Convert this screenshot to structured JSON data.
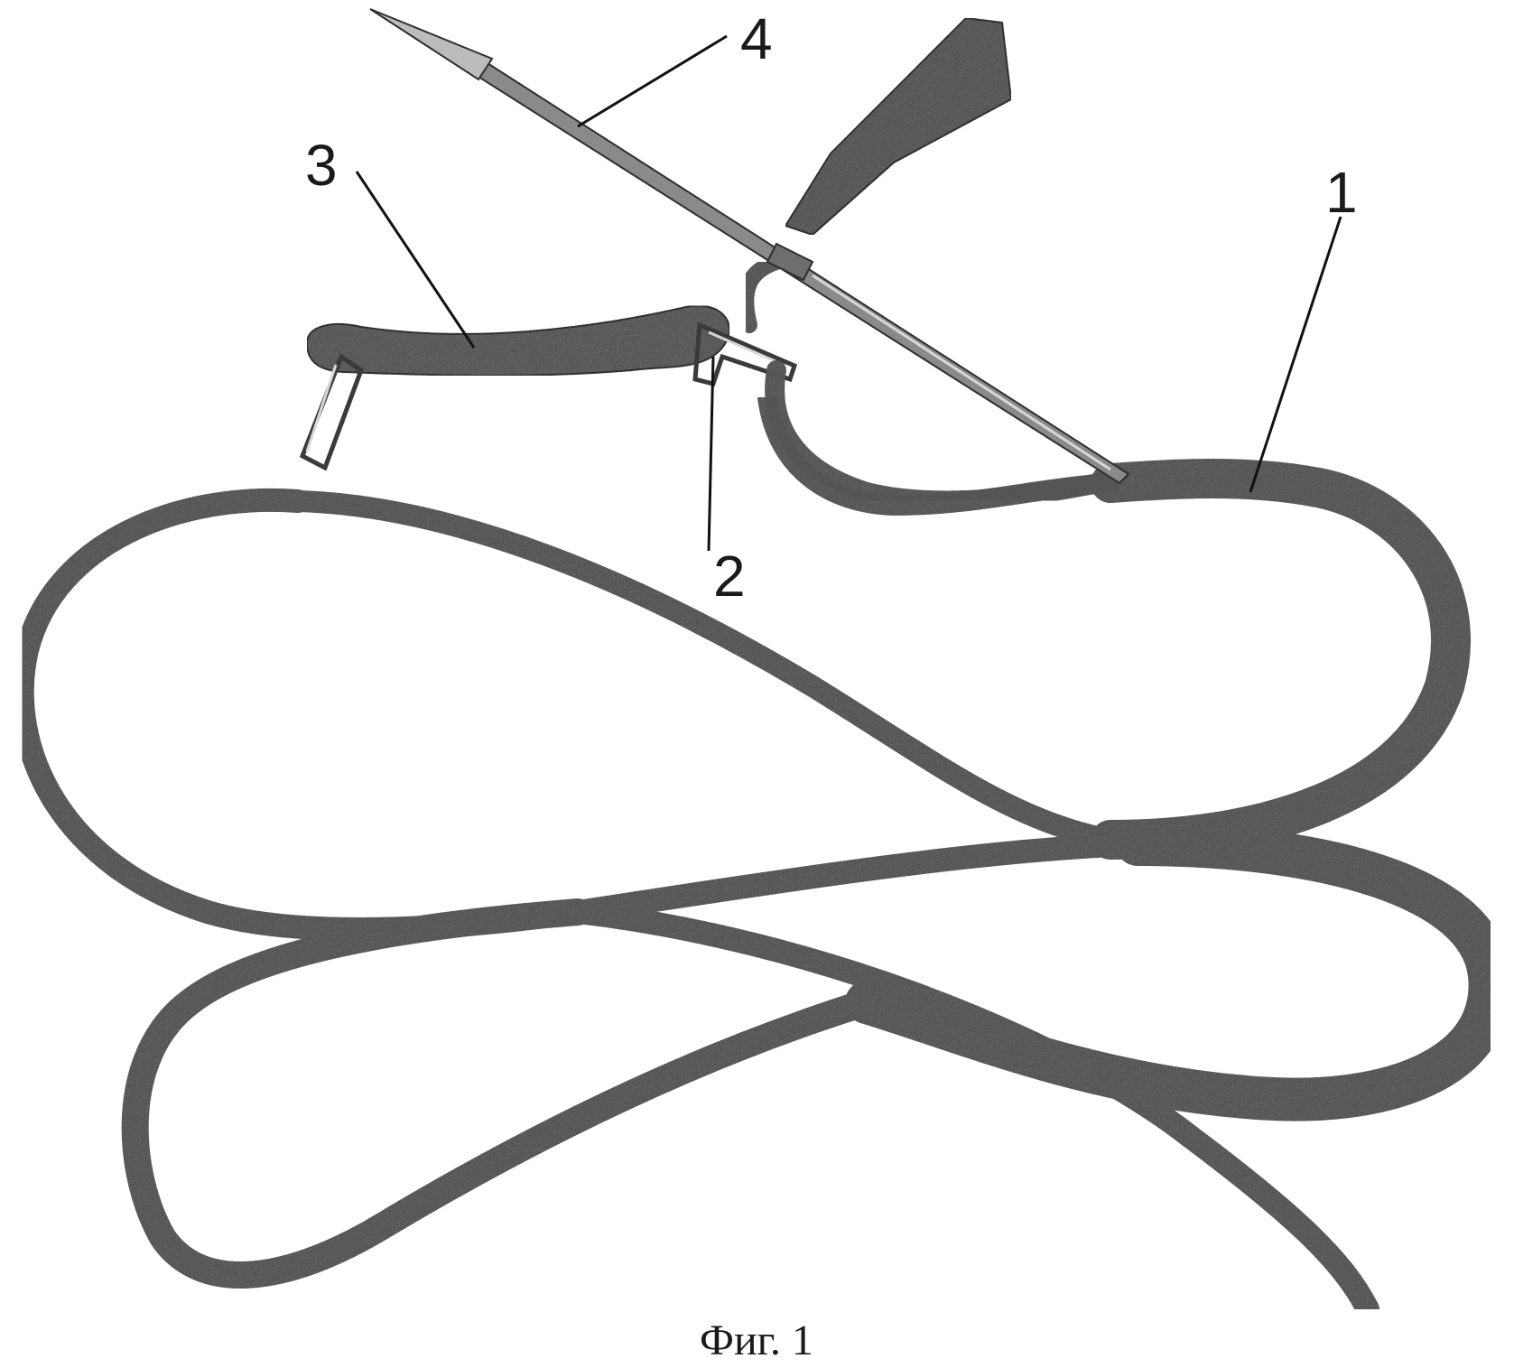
{
  "figure": {
    "caption": "Фиг. 1",
    "labels": [
      {
        "id": "strap",
        "text": "1"
      },
      {
        "id": "ring",
        "text": "2"
      },
      {
        "id": "connector",
        "text": "3"
      },
      {
        "id": "harpoon",
        "text": "4"
      }
    ],
    "colors": {
      "strap": "#5a5a5a",
      "outline": "#2e2e2e",
      "background": "#ffffff"
    }
  }
}
